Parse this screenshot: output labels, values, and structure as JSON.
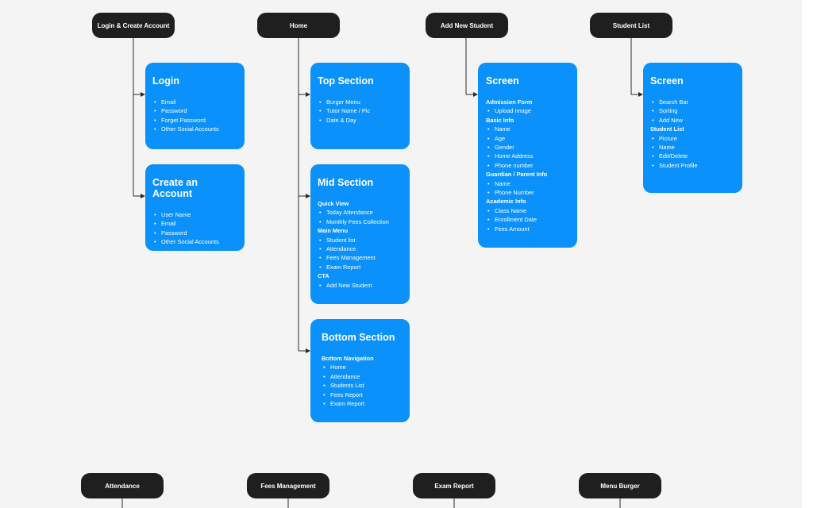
{
  "columns": [
    {
      "title": "Login & Create Account",
      "cards": [
        {
          "title": "Login",
          "items": [
            {
              "text": "Email"
            },
            {
              "text": "Password"
            },
            {
              "text": "Forget Password"
            },
            {
              "text": "Other Social  Accounts"
            }
          ]
        },
        {
          "title": "Create an Account",
          "items": [
            {
              "text": "User Name"
            },
            {
              "text": "Email"
            },
            {
              "text": "Password"
            },
            {
              "text": "Other Social  Accounts"
            }
          ]
        }
      ]
    },
    {
      "title": "Home",
      "cards": [
        {
          "title": "Top Section",
          "items": [
            {
              "text": "Burger Menu"
            },
            {
              "text": "Tutor Name / Pic"
            },
            {
              "text": "Date & Day"
            }
          ]
        },
        {
          "title": "Mid Section",
          "items": [
            {
              "text": "Quick View",
              "heading": true
            },
            {
              "text": "Today Attendance"
            },
            {
              "text": "Monthly Fees Collection"
            },
            {
              "text": "Main Menu",
              "heading": true
            },
            {
              "text": "Student list"
            },
            {
              "text": "Attendance"
            },
            {
              "text": "Fees Management"
            },
            {
              "text": "Exam Report"
            },
            {
              "text": "CTA",
              "heading": true
            },
            {
              "text": "Add New Student"
            }
          ]
        },
        {
          "title": "Bottom Section",
          "items": [
            {
              "text": "Bottom Navigation",
              "heading": true
            },
            {
              "text": "Home"
            },
            {
              "text": "Attendance"
            },
            {
              "text": "Students List"
            },
            {
              "text": "Fees Report"
            },
            {
              "text": "Exam Report"
            }
          ]
        }
      ]
    },
    {
      "title": "Add New Student",
      "cards": [
        {
          "title": "Screen",
          "items": [
            {
              "text": "Admission Form",
              "heading": true
            },
            {
              "text": "Upload Image"
            },
            {
              "text": "Basic Info",
              "heading": true
            },
            {
              "text": "Name"
            },
            {
              "text": "Age"
            },
            {
              "text": "Gender"
            },
            {
              "text": "Home Address"
            },
            {
              "text": "Phone number"
            },
            {
              "text": "Guardian / Parent Info",
              "heading": true
            },
            {
              "text": "Name"
            },
            {
              "text": "Phone Number"
            },
            {
              "text": "Academic Info",
              "heading": true
            },
            {
              "text": "Class Name"
            },
            {
              "text": "Enrollment Date"
            },
            {
              "text": "Fees Amount"
            }
          ]
        }
      ]
    },
    {
      "title": "Student List",
      "cards": [
        {
          "title": "Screen",
          "items": [
            {
              "text": "Search Bar"
            },
            {
              "text": "Sorting"
            },
            {
              "text": "Add New"
            },
            {
              "text": "Student List",
              "heading": true
            },
            {
              "text": "Picture"
            },
            {
              "text": "Name"
            },
            {
              "text": "Edit/Delete"
            },
            {
              "text": "Student Profile"
            }
          ]
        }
      ]
    }
  ],
  "bottom_row": [
    "Attendance",
    "Fees Management",
    "Exam Report",
    "Menu Burger"
  ],
  "colors": {
    "node": "#1f1f1f",
    "card": "#0b91fb",
    "line": "#2a2a2a",
    "background": "#f4f4f4"
  }
}
